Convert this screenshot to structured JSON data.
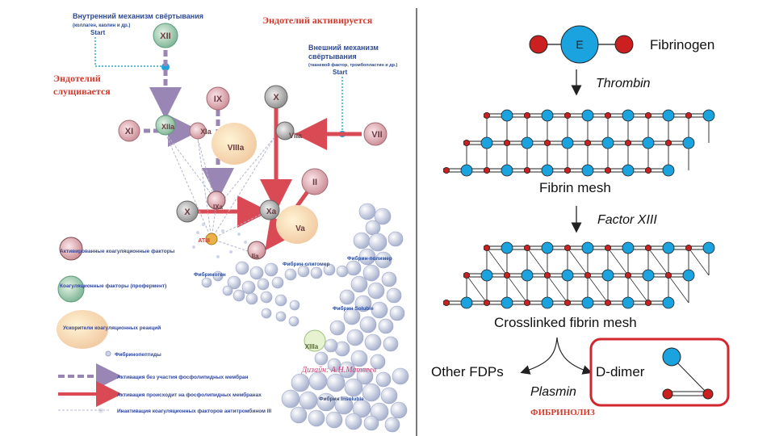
{
  "left": {
    "intrinsic_title": "Внутренний механизм свёртывания",
    "intrinsic_sub": "(коллаген, каолин и др.)",
    "intrinsic_start": "Start",
    "extrinsic_title_1": "Внешний механизм",
    "extrinsic_title_2": "свёртывания",
    "extrinsic_sub": "(тканевой фактор, тромбопластин и др.)",
    "extrinsic_start": "Start",
    "endothelium_activated": "Эндотелий активируется",
    "endothelium_damaged_1": "Эндотелий",
    "endothelium_damaged_2": "слущивается",
    "factors": {
      "xii": "XII",
      "ix": "IX",
      "x_top": "X",
      "xi": "XI",
      "xia": "XIa",
      "viia": "VIIa",
      "vii": "VII",
      "viii": "VIIIa",
      "x_mid": "X",
      "xa": "Xa",
      "va": "Va",
      "ii": "II",
      "iia": "IIa",
      "xiiia": "XIIIa",
      "at3": "ATIII",
      "ixa": "IXa",
      "xiia": "XIIa"
    },
    "labels": {
      "fibrin_oligomer": "Фибрин-олигомер",
      "fibrin_polymer": "Фибрин-полимер",
      "fibrinogen": "Фибриноген",
      "fibrin_soluble": "Фибрин Soluble",
      "fibrin_insoluble": "Фибрин Insoluble"
    },
    "legend": {
      "activated": "Активированные коагуляционные факторы",
      "proenzymes": "Коагуляционные факторы (профермент)",
      "accelerators": "Ускорители коагуляционных реакций",
      "fibrinopeptides": "Фибринопептиды",
      "no_phospholipid": "Активация без участия фосфолипидных мембран",
      "on_phospholipid": "Активация происходит на фосфолипидных мембранах",
      "inactivation": "Инактивация коагуляционных факторов антитромбином III"
    },
    "author": "Дизайн: А.Н.Матвеев"
  },
  "right": {
    "e_label": "E",
    "fibrinogen": "Fibrinogen",
    "thrombin": "Thrombin",
    "fibrin_mesh": "Fibrin mesh",
    "factor_xiii": "Factor XIII",
    "crosslinked": "Crosslinked fibrin mesh",
    "other_fdps": "Other FDPs",
    "d_dimer": "D-dimer",
    "plasmin": "Plasmin",
    "fibrinolysis": "ФИБРИНОЛИЗ"
  },
  "colors": {
    "accent_red": "#d23a2c",
    "blue_node": "#1aa3df",
    "red_node": "#cc1f1f",
    "purple_arrow": "#9a86b5",
    "red_arrow": "#d94a55"
  }
}
